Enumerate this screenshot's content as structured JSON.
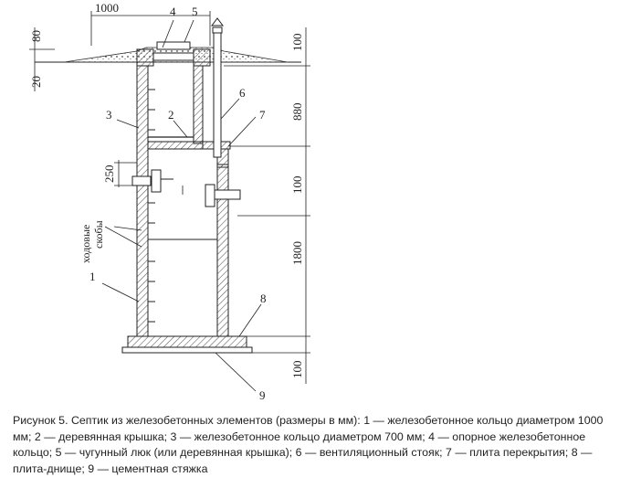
{
  "dimensions": {
    "width_1000": "1000",
    "d_80": "80",
    "d_20": "20",
    "d_100_top": "100",
    "d_880": "880",
    "d_250": "250",
    "d_100_mid": "100",
    "d_1800": "1800",
    "d_100_bottom": "100"
  },
  "labels": {
    "n1": "1",
    "n2": "2",
    "n3": "3",
    "n4": "4",
    "n5": "5",
    "n6": "6",
    "n7": "7",
    "n8": "8",
    "n9": "9",
    "steps_line1": "ходовые",
    "steps_line2": "скобы"
  },
  "caption": "Рисунок 5. Септик из железобетонных элементов (размеры в мм): 1 — железобетонное кольцо диаметром 1000 мм; 2 — деревянная крышка; 3 — железобетонное кольцо диаметром 700 мм; 4 — опорное железобетонное кольцо; 5 — чугунный люк (или деревянная крышка); 6 — вентиляционный стояк; 7 — плита перекрытия; 8 — плита-днище; 9 — цементная стяжка",
  "colors": {
    "ink": "#222222",
    "hatch": "#555555",
    "background": "#ffffff"
  }
}
